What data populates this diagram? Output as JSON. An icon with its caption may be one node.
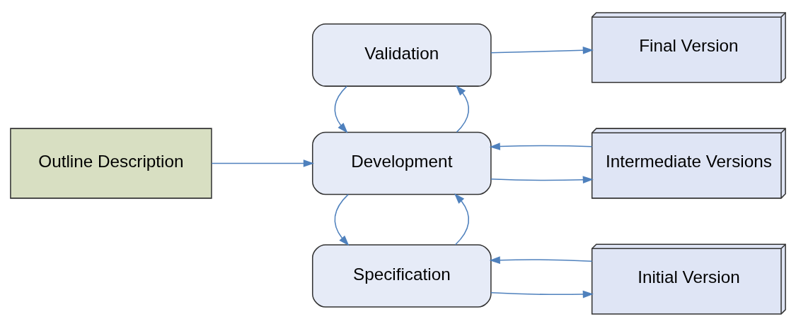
{
  "diagram": {
    "nodes": [
      {
        "text": [
          "Outline Description"
        ]
      },
      {
        "text": [
          "Specification"
        ]
      },
      {
        "text": [
          "Development"
        ]
      },
      {
        "text": [
          "Validation"
        ]
      },
      {
        "text": [
          "Initial Version"
        ]
      },
      {
        "text": [
          "Intermediate Versions"
        ]
      },
      {
        "text": [
          "Final Version"
        ]
      }
    ],
    "edges": [
      {
        "from": 0,
        "to": 2,
        "arrow": "to"
      },
      {
        "from": 1,
        "to": 4,
        "arrow": "to"
      },
      {
        "from": 4,
        "to": 1,
        "arrow": "to"
      },
      {
        "from": 1,
        "to": 2,
        "arrow": "to"
      },
      {
        "from": 2,
        "to": 1,
        "arrow": "to"
      },
      {
        "from": 2,
        "to": 5,
        "arrow": "to"
      },
      {
        "from": 5,
        "to": 2,
        "arrow": "to"
      },
      {
        "from": 2,
        "to": 3,
        "arrow": "to"
      },
      {
        "from": 3,
        "to": 2,
        "arrow": "to"
      },
      {
        "from": 3,
        "to": 6,
        "arrow": "to"
      }
    ]
  }
}
